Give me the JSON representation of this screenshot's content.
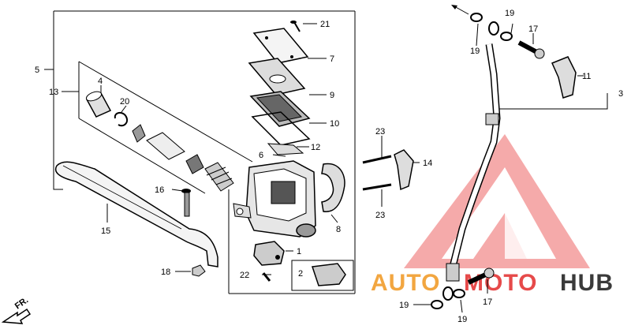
{
  "diagram": {
    "callouts": {
      "c1": "1",
      "c2": "2",
      "c3": "3",
      "c4": "4",
      "c5": "5",
      "c6": "6",
      "c7": "7",
      "c8": "8",
      "c9": "9",
      "c10": "10",
      "c11": "11",
      "c12": "12",
      "c13": "13",
      "c14": "14",
      "c15": "15",
      "c16": "16",
      "c17a": "17",
      "c17b": "17",
      "c18": "18",
      "c19a": "19",
      "c19b": "19",
      "c19c": "19",
      "c19d": "19",
      "c20": "20",
      "c21": "21",
      "c22": "22",
      "c23a": "23",
      "c23b": "23"
    },
    "front_marker": "FR.",
    "watermark": {
      "part1": "AUTO",
      "part2": "MOTO",
      "part3": "HUB",
      "color_orange": "#f2a640",
      "color_red": "#e64a4a",
      "color_dark": "#3a3a3a"
    }
  }
}
